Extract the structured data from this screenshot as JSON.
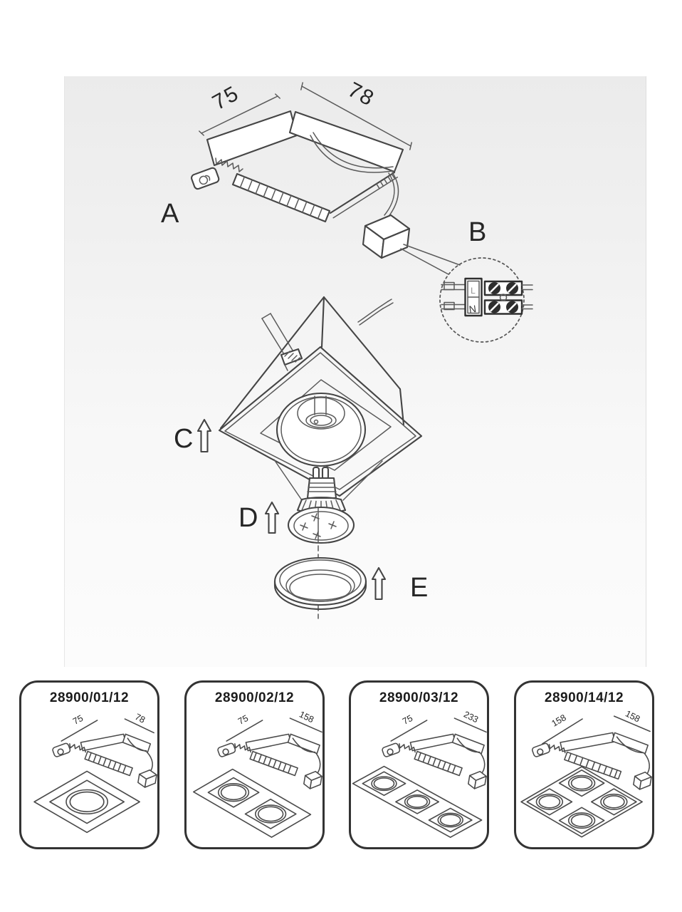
{
  "steps": {
    "a": "A",
    "b": "B",
    "c": "C",
    "d": "D",
    "e": "E"
  },
  "frame_dimensions": {
    "width": "75",
    "depth": "78"
  },
  "terminal_markings": {
    "top": "L",
    "bottom": "N"
  },
  "products": [
    {
      "code": "28900/01/12",
      "dim_left": "75",
      "dim_right": "78"
    },
    {
      "code": "28900/02/12",
      "dim_left": "75",
      "dim_right": "158"
    },
    {
      "code": "28900/03/12",
      "dim_left": "75",
      "dim_right": "233"
    },
    {
      "code": "28900/14/12",
      "dim_left": "158",
      "dim_right": "158"
    }
  ],
  "colors": {
    "line": "#454545",
    "scan_background": "#ebebeb"
  }
}
